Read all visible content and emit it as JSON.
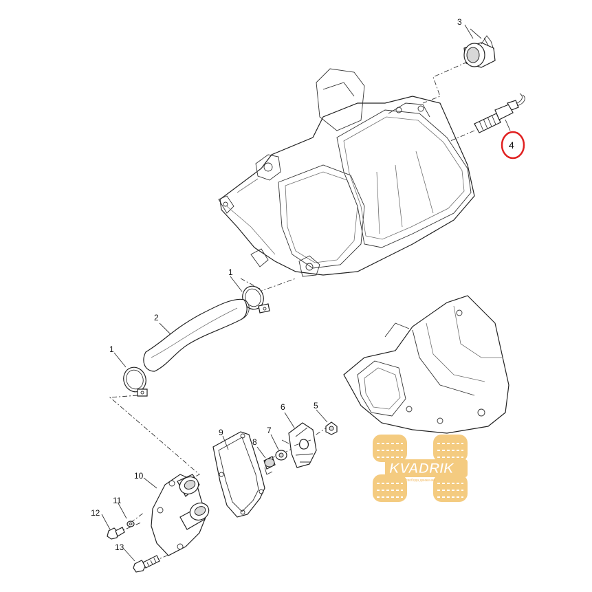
{
  "diagram": {
    "part_labels": [
      "1",
      "2",
      "1",
      "3",
      "4",
      "5",
      "6",
      "7",
      "8",
      "9",
      "10",
      "11",
      "12",
      "13"
    ],
    "highlight_label": "4",
    "highlight_color": "#e02020",
    "line_color": "#222222"
  },
  "watermark": {
    "brand": "KVADRIK",
    "tagline": "свобода движения",
    "color": "#f3c26b"
  }
}
